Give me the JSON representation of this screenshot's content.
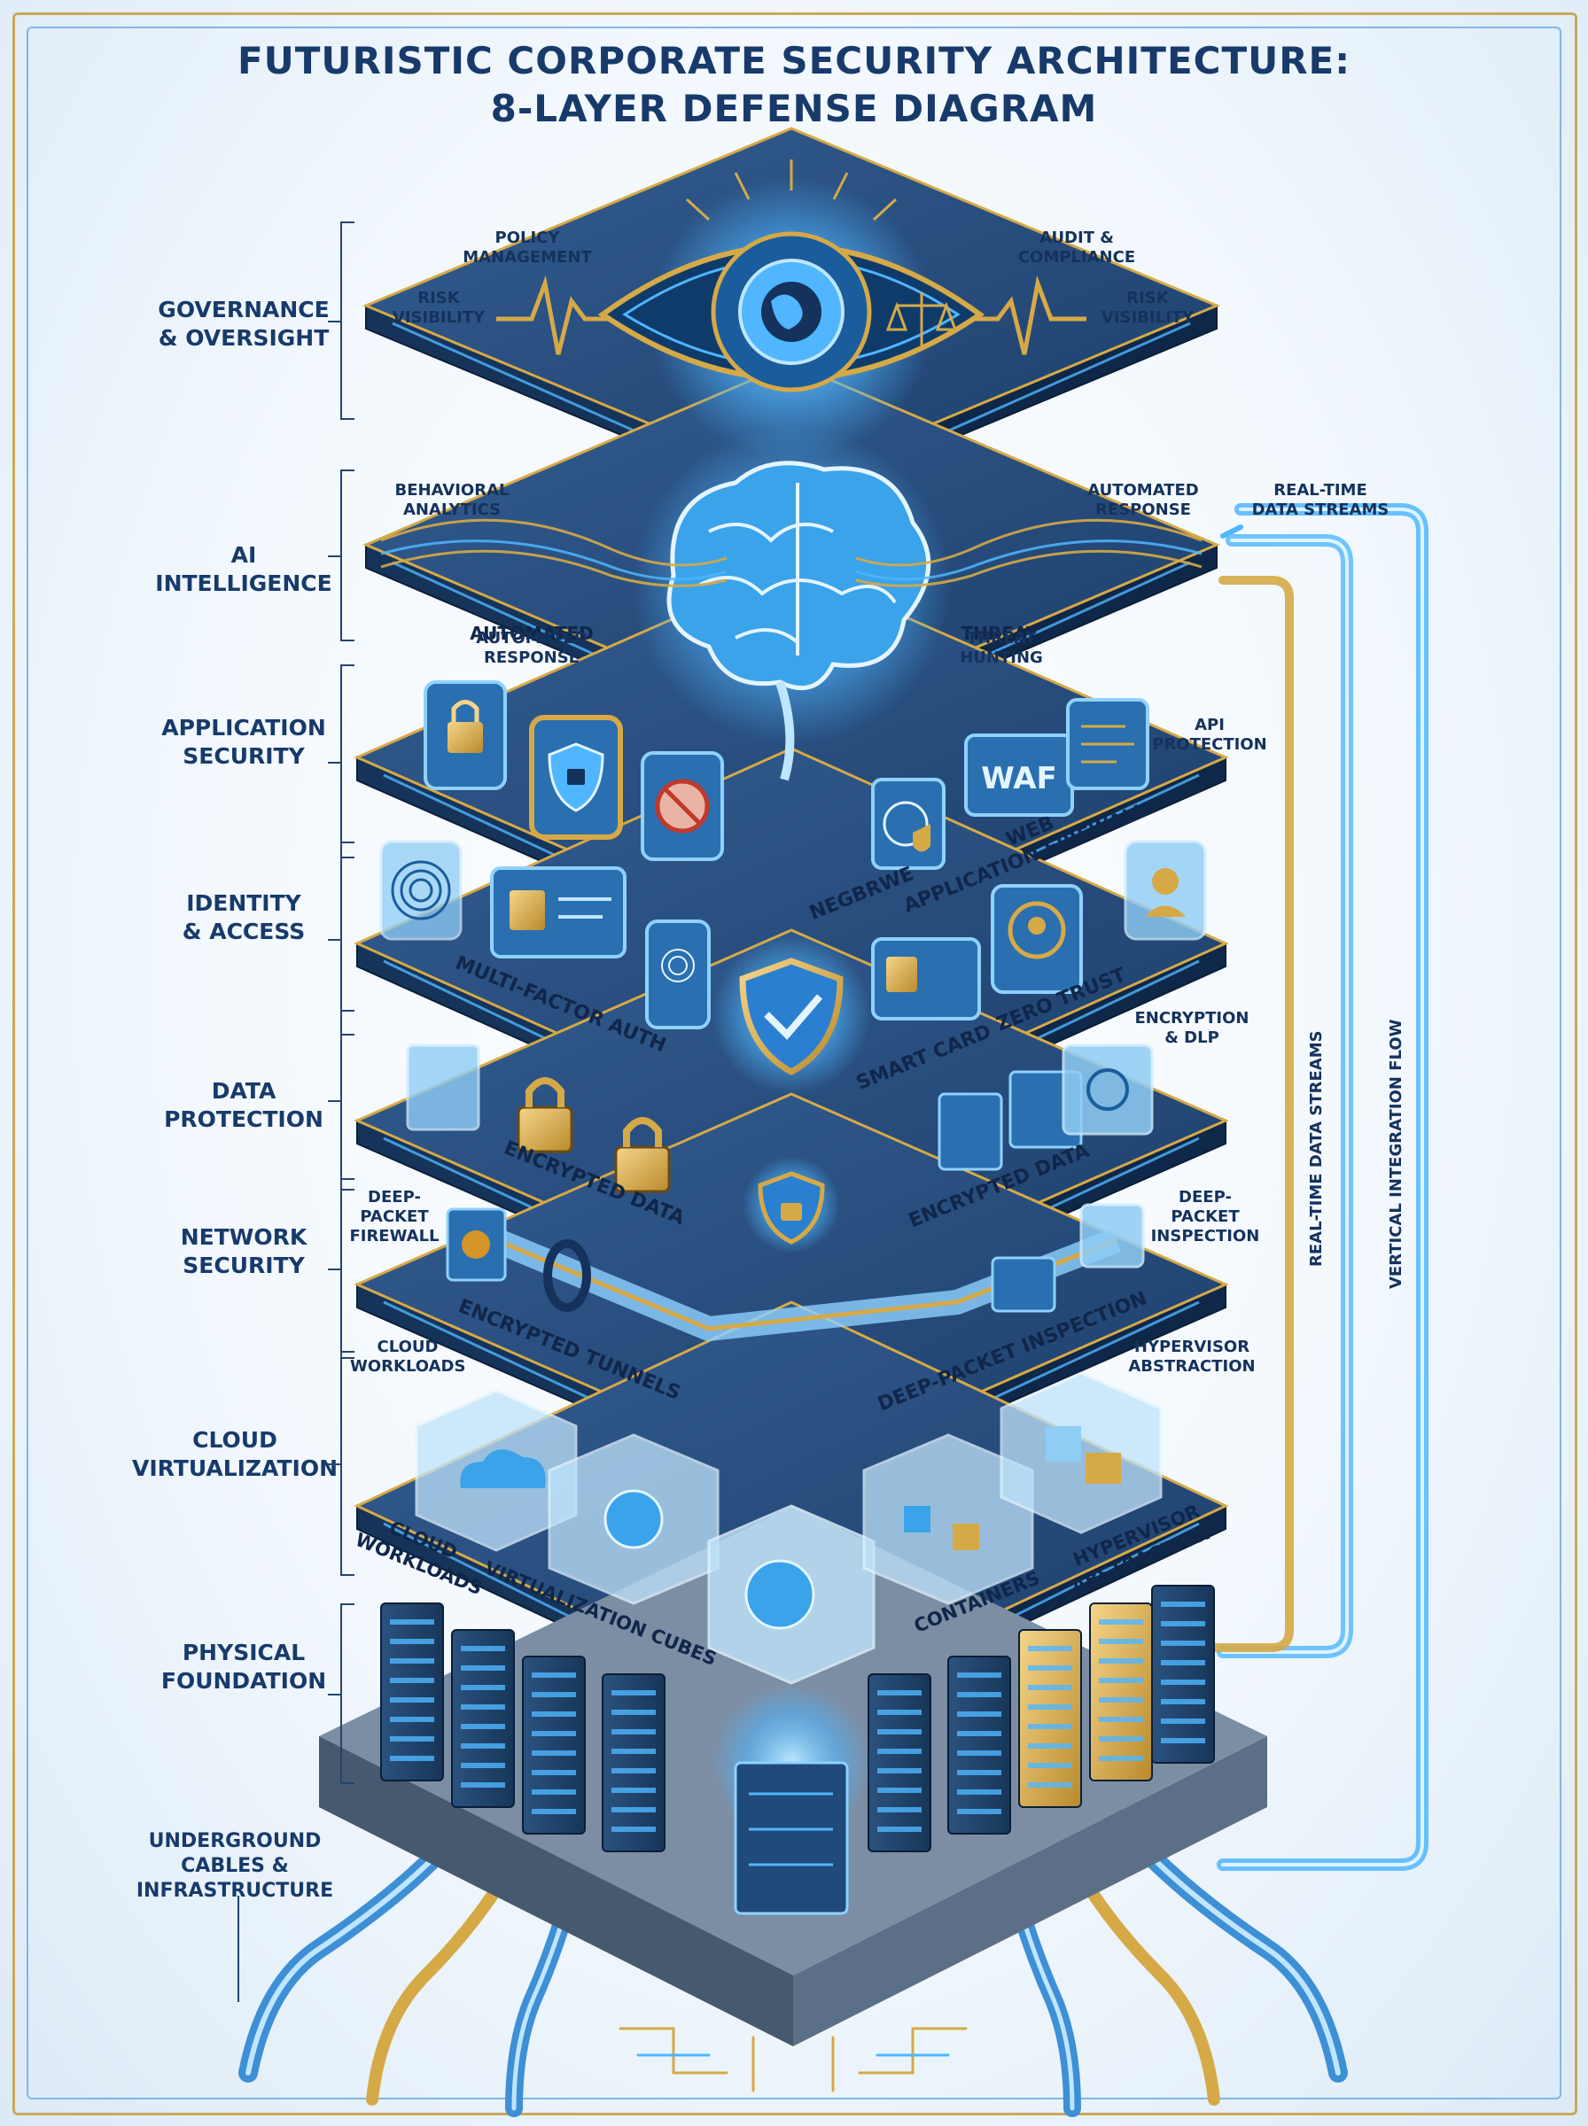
{
  "title": {
    "line1": "FUTURISTIC CORPORATE SECURITY ARCHITECTURE:",
    "line2": "8-LAYER DEFENSE DIAGRAM"
  },
  "layers": [
    {
      "label": "GOVERNANCE\n& OVERSIGHT"
    },
    {
      "label": "AI\nINTELLIGENCE"
    },
    {
      "label": "APPLICATION\nSECURITY"
    },
    {
      "label": "IDENTITY\n& ACCESS"
    },
    {
      "label": "DATA\nPROTECTION"
    },
    {
      "label": "NETWORK\nSECURITY"
    },
    {
      "label": "CLOUD\nVIRTUALIZATION"
    },
    {
      "label": "PHYSICAL\nFOUNDATION"
    },
    {
      "label": "UNDERGROUND\nCABLES &\nINFRASTRUCTURE"
    }
  ],
  "annotations": {
    "policy_management": "POLICY\nMANAGEMENT",
    "audit_compliance": "AUDIT &\nCOMPLIANCE",
    "risk_visibility_left": "RISK\nVISIBILITY",
    "risk_visibility_right": "RISK\nVISIBILITY",
    "behavioral_analytics": "BEHAVIORAL\nANALYTICS",
    "automated_response_top": "AUTOMATED\nRESPONSE",
    "realtime_streams": "REAL-TIME\nDATA STREAMS",
    "automated_response_plate": "AUTOMATED\nRESPONSE",
    "threat_hunting": "THREAT\nHUNTING",
    "api_protection": "API\nPROTECTION",
    "encryption_dlp": "ENCRYPTION\n& DLP",
    "deep_packet_firewall": "DEEP-\nPACKET\nFIREWALL",
    "deep_packet_inspection_side": "DEEP-\nPACKET\nINSPECTION",
    "cloud_workloads_side": "CLOUD\nWORKLOADS",
    "hypervisor_abstraction_side": "HYPERVISOR\nABSTRACTION"
  },
  "plate_labels": {
    "negbrwe": "NEGBRWE",
    "web_app_firewall": "WEB\nAPPLICATION FIREWALL",
    "waf": "WAF",
    "multi_factor_auth": "MULTI-FACTOR AUTH",
    "smart_card": "SMART CARD",
    "zero_trust": "ZERO TRUST",
    "encrypted_data_left": "ENCRYPTED DATA",
    "encrypted_data_right": "ENCRYPTED DATA",
    "encrypted_tunnels": "ENCRYPTED TUNNELS",
    "deep_packet_inspection": "DEEP-PACKET INSPECTION",
    "cloud_workloads": "CLOUD\nWORKLOADS",
    "virtualization_cubes": "VIRTUALIZATION CUBES",
    "containers": "CONTAINERS",
    "hypervisor_abstraction": "HYPERVISOR\nABSTRACTION"
  },
  "vertical_labels": {
    "realtime": "REAL-TIME DATA STREAMS",
    "integration": "VERTICAL INTEGRATION FLOW"
  },
  "colors": {
    "navy": "#183a6b",
    "plate_top": "#254a78",
    "plate_edge": "#122c4f",
    "glow_blue": "#4fb6ff",
    "gold": "#d6a947"
  }
}
